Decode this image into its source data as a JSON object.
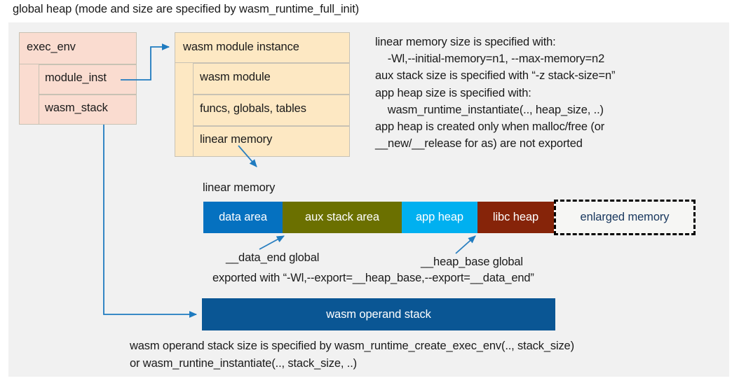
{
  "title": "global heap (mode and size are specified by wasm_runtime_full_init)",
  "exec_env_box": {
    "header": "exec_env",
    "fields": [
      {
        "label": "module_inst"
      },
      {
        "label": "wasm_stack"
      }
    ]
  },
  "module_instance_box": {
    "header": "wasm module instance",
    "fields": [
      {
        "label": "wasm module"
      },
      {
        "label": "funcs, globals, tables"
      },
      {
        "label": "linear memory"
      }
    ]
  },
  "info_text": "linear memory size is specified with:\n    -Wl,--initial-memory=n1, --max-memory=n2\naux stack size is specified with “-z stack-size=n”\napp heap size is specified with:\n    wasm_runtime_instantiate(.., heap_size, ..)\napp heap is created only when malloc/free (or\n__new/__release for as) are not exported",
  "linear_memory": {
    "label": "linear memory",
    "segments": [
      {
        "label": "data area",
        "color": "#0571c0",
        "text_color": "#ffffff"
      },
      {
        "label": "aux stack area",
        "color": "#6b7000",
        "text_color": "#ffffff"
      },
      {
        "label": "app heap",
        "color": "#00b0f0",
        "text_color": "#ffffff"
      },
      {
        "label": "libc heap",
        "color": "#862409",
        "text_color": "#ffffff"
      },
      {
        "label": "enlarged memory",
        "color": "#f6f6f4",
        "text_color": "#17365d"
      }
    ]
  },
  "annotations": {
    "data_end": "__data_end global",
    "heap_base": "__heap_base global",
    "exported_with": "exported with “-Wl,--export=__heap_base,--export=__data_end”"
  },
  "operand_stack": {
    "label": "wasm operand stack",
    "color": "#0a5694",
    "note": "wasm operand stack size is specified by wasm_runtime_create_exec_env(.., stack_size)\nor wasm_runtine_instantiate(.., stack_size, ..)"
  },
  "colors": {
    "panel_background": "#f1f1f1",
    "pink_box": "#fadcd0",
    "peach_box": "#fde8c3",
    "box_border": "#c8c2b4",
    "connector": "#1f7bc0"
  }
}
